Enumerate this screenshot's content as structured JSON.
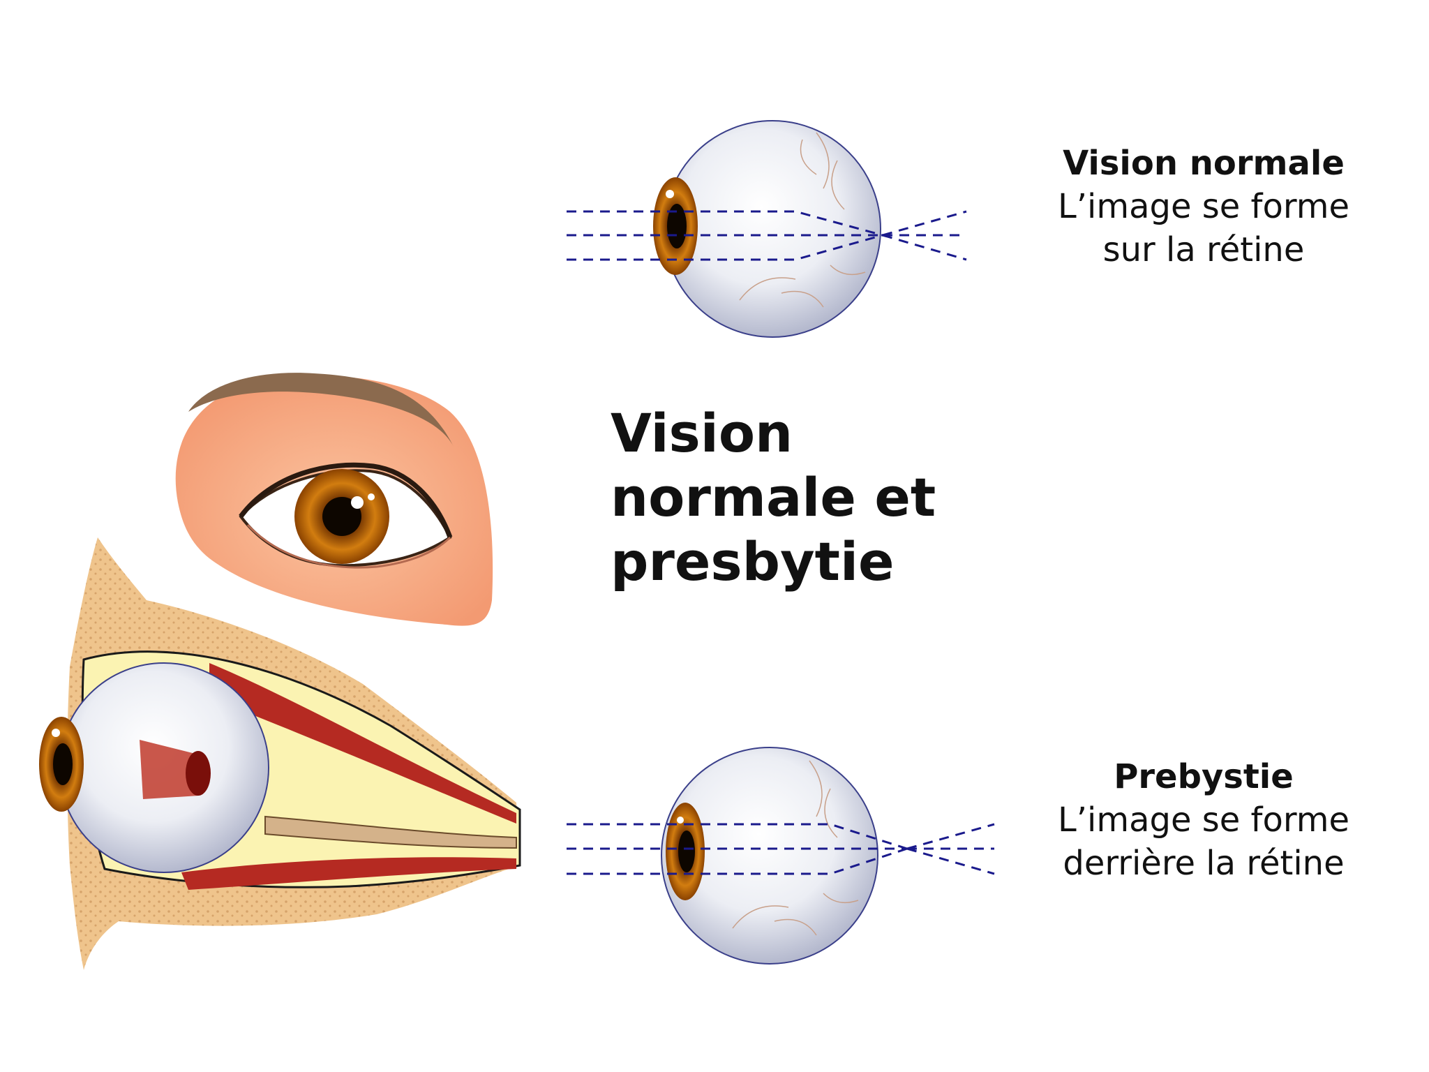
{
  "title": {
    "line1": "Vision",
    "line2": "normale et",
    "line3": "presbytie"
  },
  "normal": {
    "heading": "Vision normale",
    "line1": "L’image se forme",
    "line2": "sur la rétine"
  },
  "presbyopia": {
    "heading": "Prebystie",
    "line1": "L’image se forme",
    "line2": "derrière la rétine"
  },
  "colors": {
    "ray": "#1a1a8c",
    "skin": "#f7ae86",
    "brow": "#8a6a50",
    "iris": "#c46d0c",
    "bone": "#eec28a",
    "muscle": "#b52a22",
    "fat": "#fbf3b2"
  },
  "icons": [
    "eyeball-normal-icon",
    "eyeball-presbyopia-icon",
    "eye-front-icon",
    "eye-anatomy-icon"
  ]
}
